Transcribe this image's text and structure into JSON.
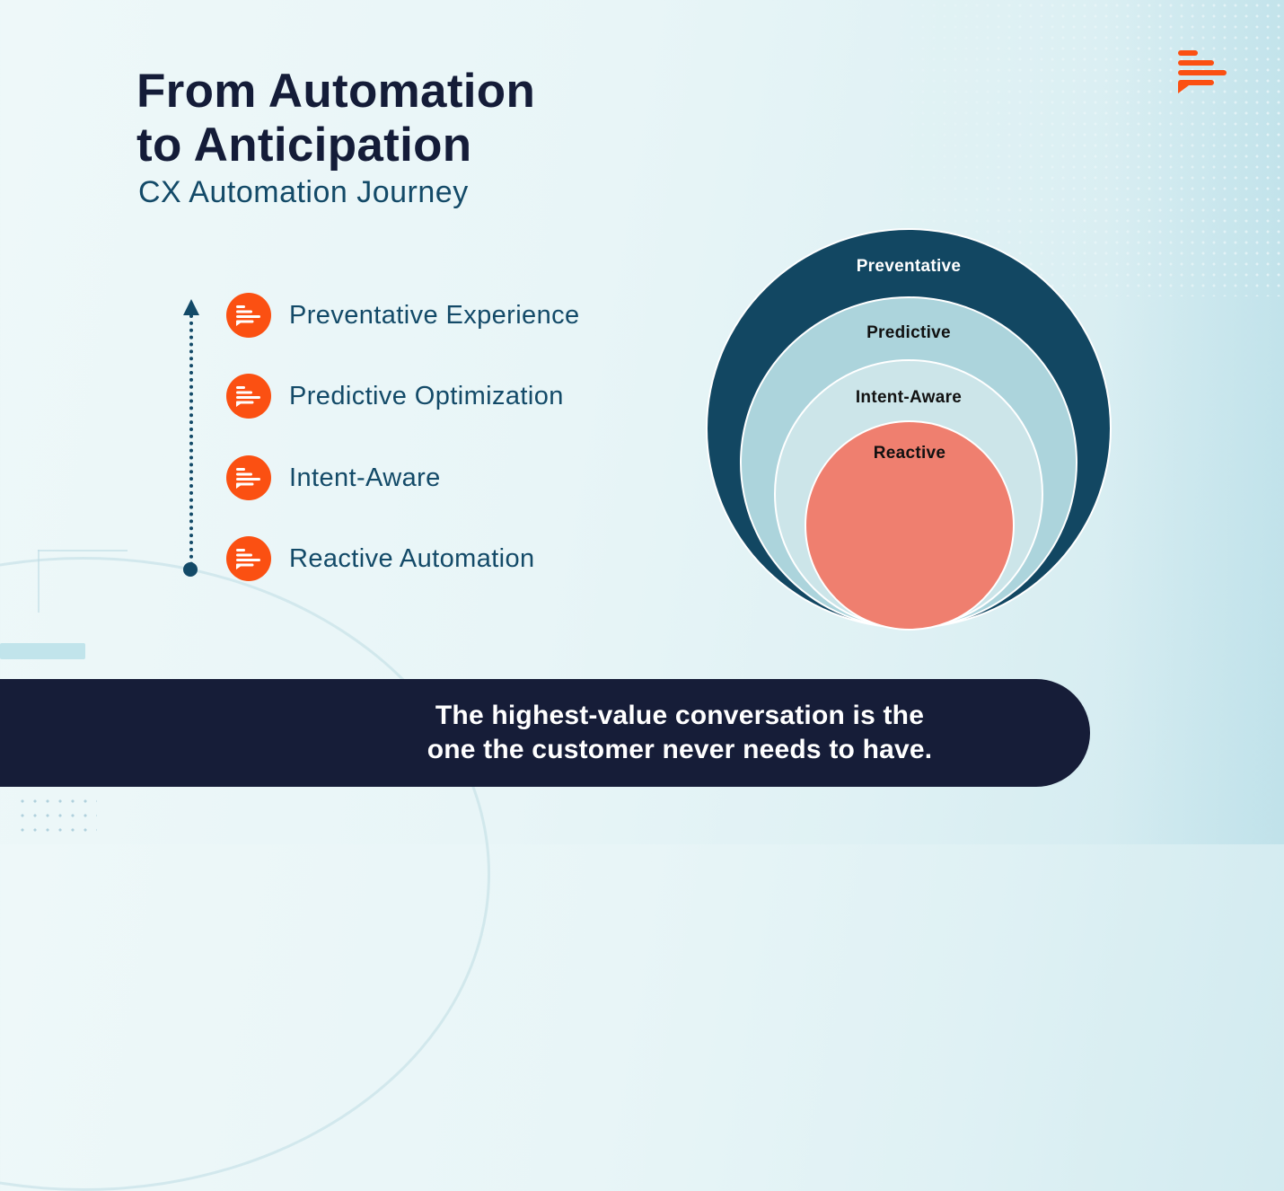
{
  "header": {
    "title_line1": "From Automation",
    "title_line2": "to Anticipation",
    "subtitle": "CX Automation Journey"
  },
  "brand": {
    "logo_icon": "chat-bars-icon",
    "accent_color": "#fb5012",
    "navy_color": "#134a68",
    "dark_color": "#161d38"
  },
  "timeline": {
    "direction": "bottom-to-top",
    "steps": [
      {
        "label": "Preventative Experience",
        "icon": "chat-bars-icon"
      },
      {
        "label": "Predictive Optimization",
        "icon": "chat-bars-icon"
      },
      {
        "label": "Intent-Aware",
        "icon": "chat-bars-icon"
      },
      {
        "label": "Reactive Automation",
        "icon": "chat-bars-icon"
      }
    ]
  },
  "nested_circles": {
    "layers": [
      {
        "label": "Preventative",
        "color": "#124762",
        "text_color": "#ffffff"
      },
      {
        "label": "Predictive",
        "color": "#acd4dc",
        "text_color": "#111111"
      },
      {
        "label": "Intent-Aware",
        "color": "#cce5e9",
        "text_color": "#111111"
      },
      {
        "label": "Reactive",
        "color": "#ef7f6f",
        "text_color": "#111111"
      }
    ]
  },
  "footer": {
    "quote_line1": "The highest-value conversation is the",
    "quote_line2": "one the customer never needs to have."
  }
}
